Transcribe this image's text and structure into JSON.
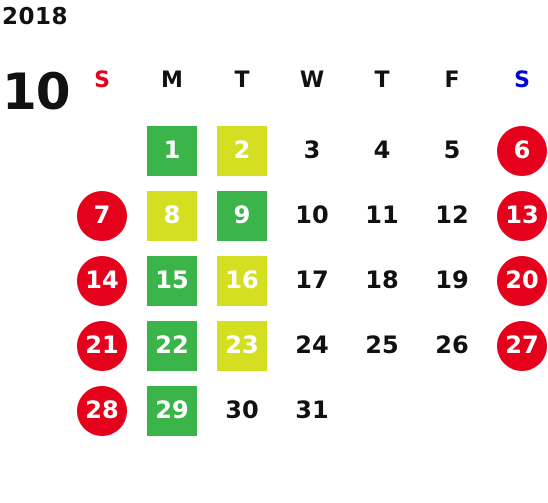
{
  "calendar": {
    "year": "2018",
    "month": "10",
    "weekdays": [
      {
        "label": "S",
        "color": "#e5001b"
      },
      {
        "label": "M",
        "color": "#111111"
      },
      {
        "label": "T",
        "color": "#111111"
      },
      {
        "label": "W",
        "color": "#111111"
      },
      {
        "label": "T",
        "color": "#111111"
      },
      {
        "label": "F",
        "color": "#111111"
      },
      {
        "label": "S",
        "color": "#0008d6"
      }
    ],
    "first_weekday_index": 1,
    "days": [
      {
        "day": "1",
        "mark": "green-square"
      },
      {
        "day": "2",
        "mark": "yellow-square"
      },
      {
        "day": "3",
        "mark": "none"
      },
      {
        "day": "4",
        "mark": "none"
      },
      {
        "day": "5",
        "mark": "none"
      },
      {
        "day": "6",
        "mark": "red-circle"
      },
      {
        "day": "7",
        "mark": "red-circle"
      },
      {
        "day": "8",
        "mark": "yellow-square"
      },
      {
        "day": "9",
        "mark": "green-square"
      },
      {
        "day": "10",
        "mark": "none"
      },
      {
        "day": "11",
        "mark": "none"
      },
      {
        "day": "12",
        "mark": "none"
      },
      {
        "day": "13",
        "mark": "red-circle"
      },
      {
        "day": "14",
        "mark": "red-circle"
      },
      {
        "day": "15",
        "mark": "green-square"
      },
      {
        "day": "16",
        "mark": "yellow-square"
      },
      {
        "day": "17",
        "mark": "none"
      },
      {
        "day": "18",
        "mark": "none"
      },
      {
        "day": "19",
        "mark": "none"
      },
      {
        "day": "20",
        "mark": "red-circle"
      },
      {
        "day": "21",
        "mark": "red-circle"
      },
      {
        "day": "22",
        "mark": "green-square"
      },
      {
        "day": "23",
        "mark": "yellow-square"
      },
      {
        "day": "24",
        "mark": "none"
      },
      {
        "day": "25",
        "mark": "none"
      },
      {
        "day": "26",
        "mark": "none"
      },
      {
        "day": "27",
        "mark": "red-circle"
      },
      {
        "day": "28",
        "mark": "red-circle"
      },
      {
        "day": "29",
        "mark": "green-square"
      },
      {
        "day": "30",
        "mark": "none"
      },
      {
        "day": "31",
        "mark": "none"
      }
    ]
  },
  "colors": {
    "text": "#111111",
    "red": "#e5001b",
    "green": "#3bb54a",
    "yellow": "#d5df22"
  }
}
